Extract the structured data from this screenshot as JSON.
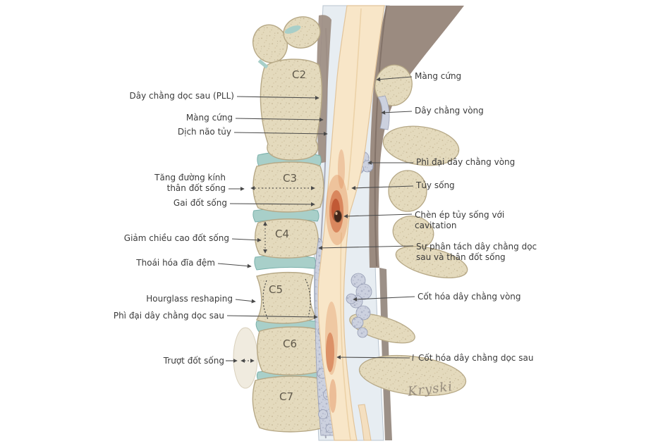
{
  "figure": {
    "description": "Sagittal illustration of cervical spine C2-C7 with OPLL pathology, Vietnamese annotations",
    "signature": "Kryski"
  },
  "vertebrae": {
    "c2": "C2",
    "c3": "C3",
    "c4": "C4",
    "c5": "C5",
    "c6": "C6",
    "c7": "C7"
  },
  "labels": {
    "left": {
      "pll": {
        "text": "Dây chằng dọc sau (PLL)"
      },
      "dura": {
        "text": "Màng cứng"
      },
      "csf": {
        "text": "Dịch não tủy"
      },
      "diameter_l1": {
        "text": "Tăng đường kính"
      },
      "diameter_l2": {
        "text": "thân đốt sống"
      },
      "spur": {
        "text": "Gai đốt sống"
      },
      "height_loss": {
        "text": "Giảm chiều cao đốt sống"
      },
      "disc_degen": {
        "text": "Thoái hóa đĩa đệm"
      },
      "hourglass": {
        "text": "Hourglass reshaping"
      },
      "pll_hypertrophy": {
        "text": "Phì đại dây chằng dọc sau"
      },
      "slip": {
        "text": "Trượt đốt sống"
      }
    },
    "right": {
      "dura": {
        "text": "Màng cứng"
      },
      "flavum": {
        "text": "Dây chằng vòng"
      },
      "flavum_hypertrophy": {
        "text": "Phì đại dây chằng vòng"
      },
      "cord": {
        "text": "Tủy sống"
      },
      "compression_l1": {
        "text": "Chèn ép tủy sống với"
      },
      "compression_l2": {
        "text": "cavitation"
      },
      "separation_l1": {
        "text": "Sự phân tách dây chằng dọc"
      },
      "separation_l2": {
        "text": "sau và thân đốt sống"
      },
      "flavum_ossification": {
        "text": "Cốt hóa dây chằng vòng"
      },
      "pll_ossification": {
        "text": "Cốt hóa dây chằng dọc sau"
      }
    }
  },
  "colors": {
    "bone_base": "#e4dabd",
    "bone_stroke": "#b6a886",
    "disc": "#a8cfc9",
    "disc_stroke": "#79b0aa",
    "cord": "#f8e6c8",
    "cord_stroke": "#e2c49a",
    "csf_halo": "#e7edf2",
    "dura_fan": "#9b8b80",
    "dura_edge": "#8f8fa0",
    "ossification_base": "#ccd1df",
    "ossification_stroke": "#959cb3",
    "inflammation": "#cc5f35",
    "cavity": "#42261b",
    "ghost_bone": "#f0ebdf",
    "leader": "#4a4a4a",
    "label_text": "#3b3b3b",
    "vertebra_text": "#60594b"
  }
}
